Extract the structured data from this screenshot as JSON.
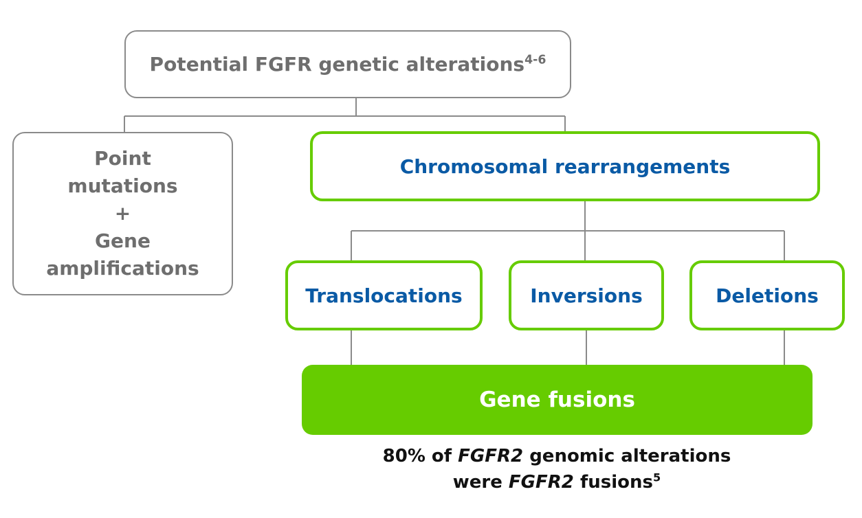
{
  "colors": {
    "gray_border": "#8a8a8a",
    "gray_text": "#6e6e6e",
    "green": "#66cc00",
    "blue_text": "#0a5aa5",
    "connector": "#8a8a8a"
  },
  "root": {
    "label": "Potential FGFR genetic alterations",
    "ref": "4-6"
  },
  "left_box": {
    "line1": "Point",
    "line2": "mutations",
    "line3": "+",
    "line4": "Gene",
    "line5": "amplifications"
  },
  "chromosomal": {
    "label": "Chromosomal rearrangements"
  },
  "subtypes": [
    {
      "label": "Translocations"
    },
    {
      "label": "Inversions"
    },
    {
      "label": "Deletions"
    }
  ],
  "gene_fusions": {
    "label": "Gene fusions"
  },
  "caption": {
    "line1_pre": "80% of ",
    "line1_italic": "FGFR2",
    "line1_post": " genomic alterations",
    "line2_pre": "were ",
    "line2_italic": "FGFR2",
    "line2_post": " fusions",
    "ref": "5"
  }
}
